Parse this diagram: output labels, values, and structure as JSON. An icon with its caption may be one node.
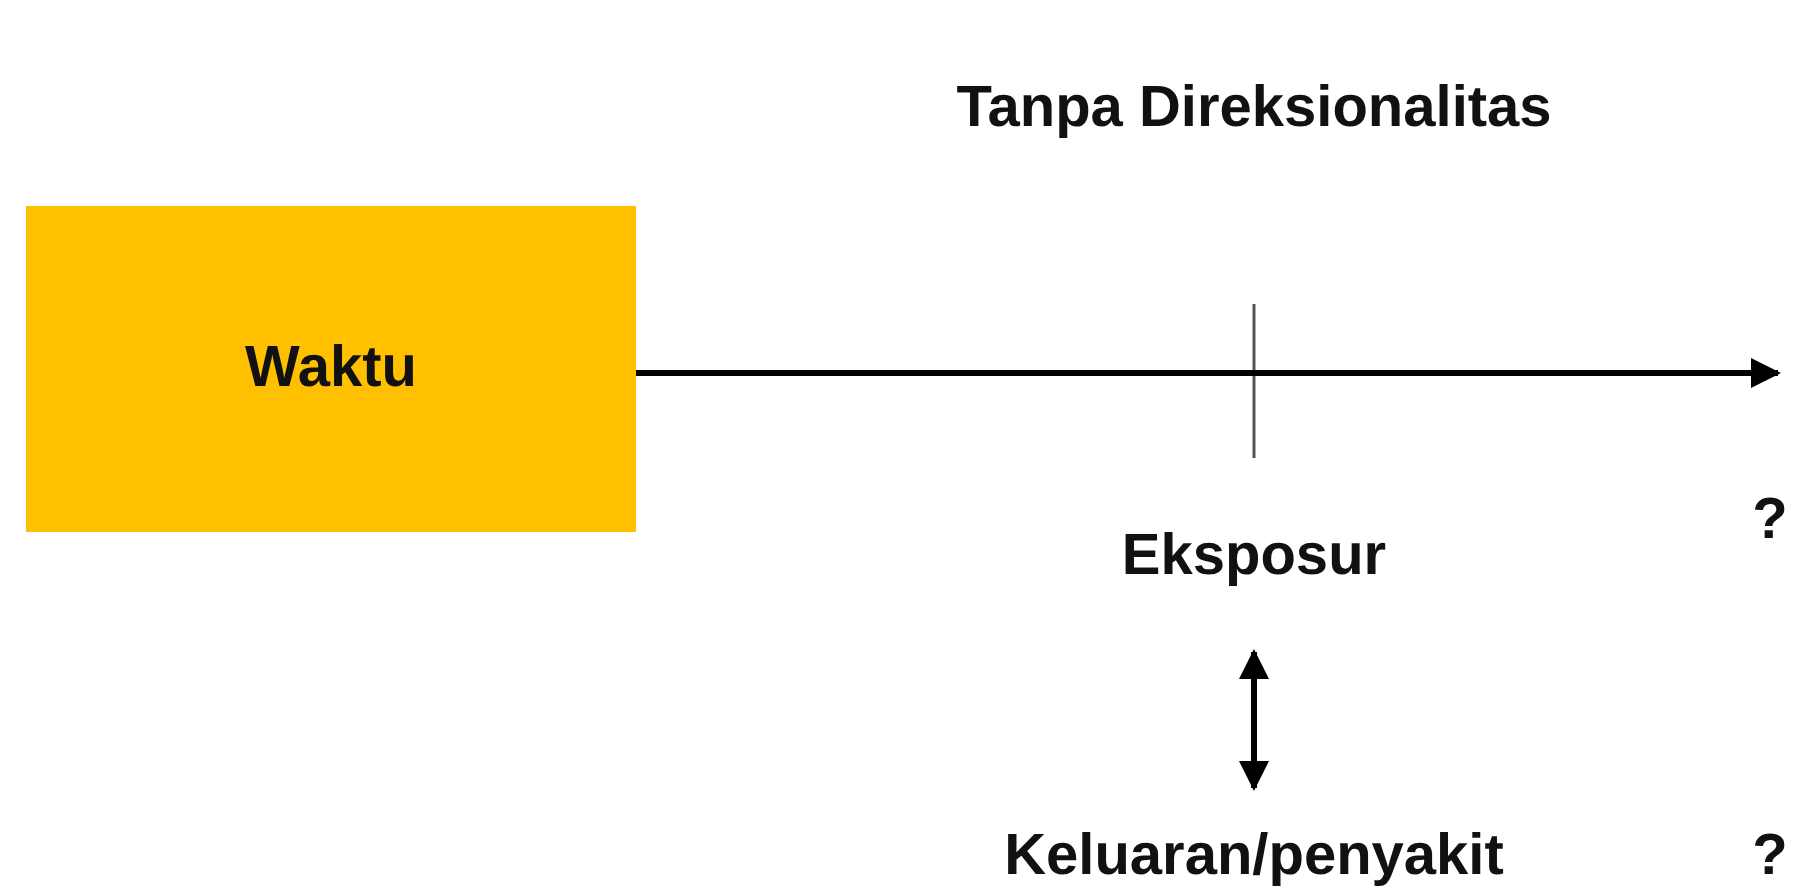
{
  "diagram": {
    "nodes": [
      {
        "text": [
          "Waktu"
        ]
      },
      {
        "text": [
          "Eksposur"
        ]
      },
      {
        "text": [
          "Keluaran/penyakit"
        ]
      }
    ],
    "edges": [
      {
        "from": 0,
        "to": null,
        "arrow": "to"
      },
      {
        "from": 1,
        "to": 2,
        "arrow": "both"
      }
    ],
    "labels": [
      "Tanpa Direksionalitas",
      "?",
      "?"
    ]
  }
}
